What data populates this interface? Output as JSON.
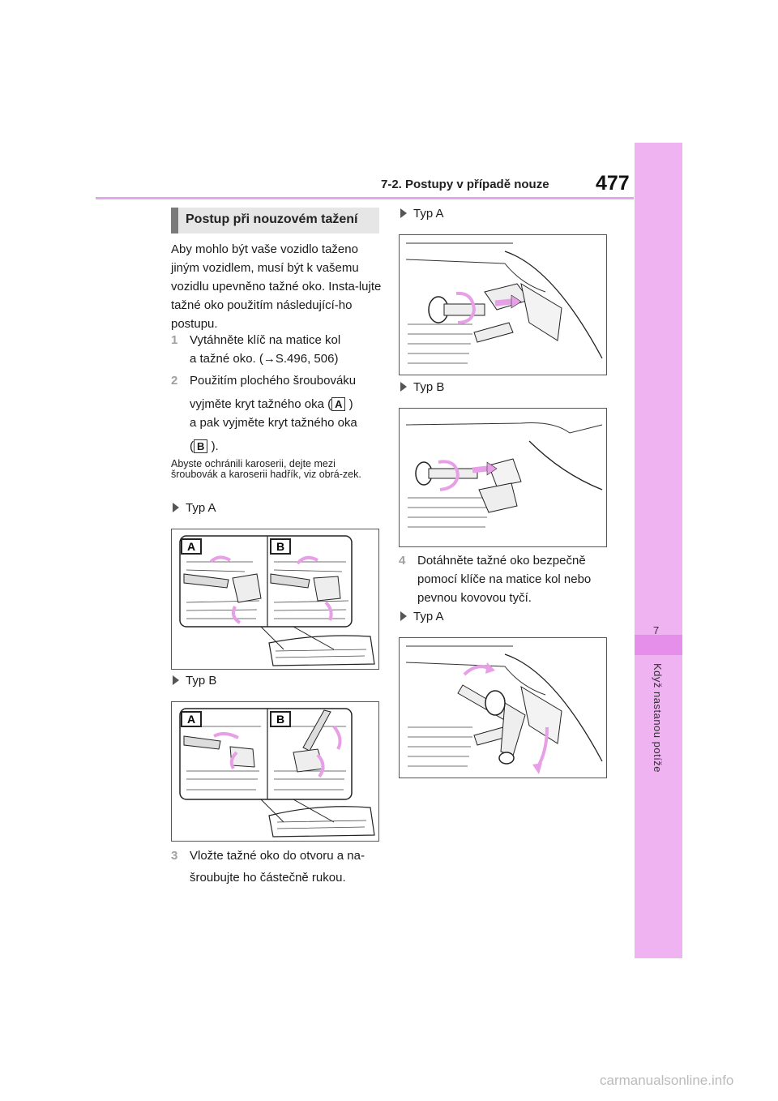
{
  "header": {
    "section": "7-2. Postupy v případě nouze",
    "page_number": "477"
  },
  "side_tab": {
    "chapter_number": "7",
    "chapter_title": "Když nastanou potíže"
  },
  "section_title": "Postup při nouzovém tažení",
  "intro": "Aby mohlo být vaše vozidlo taženo jiným vozidlem, musí být k vašemu vozidlu upevněno tažné oko. Insta-lujte tažné oko použitím následující-ho postupu.",
  "steps": [
    {
      "num": "1",
      "text_a": "Vytáhněte klíč na matice kol",
      "text_b": "a tažné oko. (→S.496, 506)"
    },
    {
      "num": "2",
      "text_a": "Použitím plochého šroubováku",
      "text_b": "vyjměte kryt tažného oka (",
      "label_a": "A",
      "text_c": ")",
      "text_d": "a pak vyjměte kryt tažného oka",
      "text_e": "(",
      "label_b": "B",
      "text_f": ")."
    },
    {
      "num": "3",
      "text_a": "Vložte tažné oko do otvoru a na-",
      "text_b": "šroubujte ho částečně rukou."
    },
    {
      "num": "4",
      "text_a": "Dotáhněte tažné oko bezpečně",
      "text_b": "pomocí klíče na matice kol nebo",
      "text_c": "pevnou kovovou tyčí."
    }
  ],
  "note": "Abyste ochránili karoserii, dejte mezi šroubovák a karoserii hadřík, viz obrá-zek.",
  "type_labels": {
    "typ_a": "Typ A",
    "typ_b": "Typ B"
  },
  "figure_labels": {
    "a": "A",
    "b": "B"
  },
  "colors": {
    "accent_pink": "#efb3f2",
    "arrow_pink": "#e7a0e6"
  },
  "watermark": "carmanualsonline.info"
}
